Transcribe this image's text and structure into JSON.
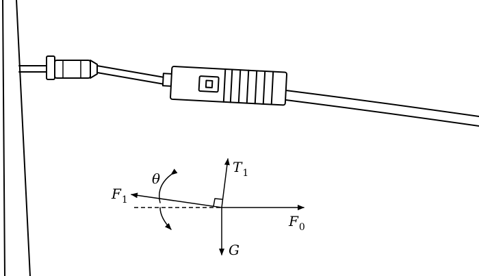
{
  "figure": {
    "labels": {
      "theta": "θ",
      "T": "T",
      "T_sub": "1",
      "F1": "F",
      "F1_sub": "1",
      "F0": "F",
      "F0_sub": "0",
      "G": "G"
    }
  }
}
